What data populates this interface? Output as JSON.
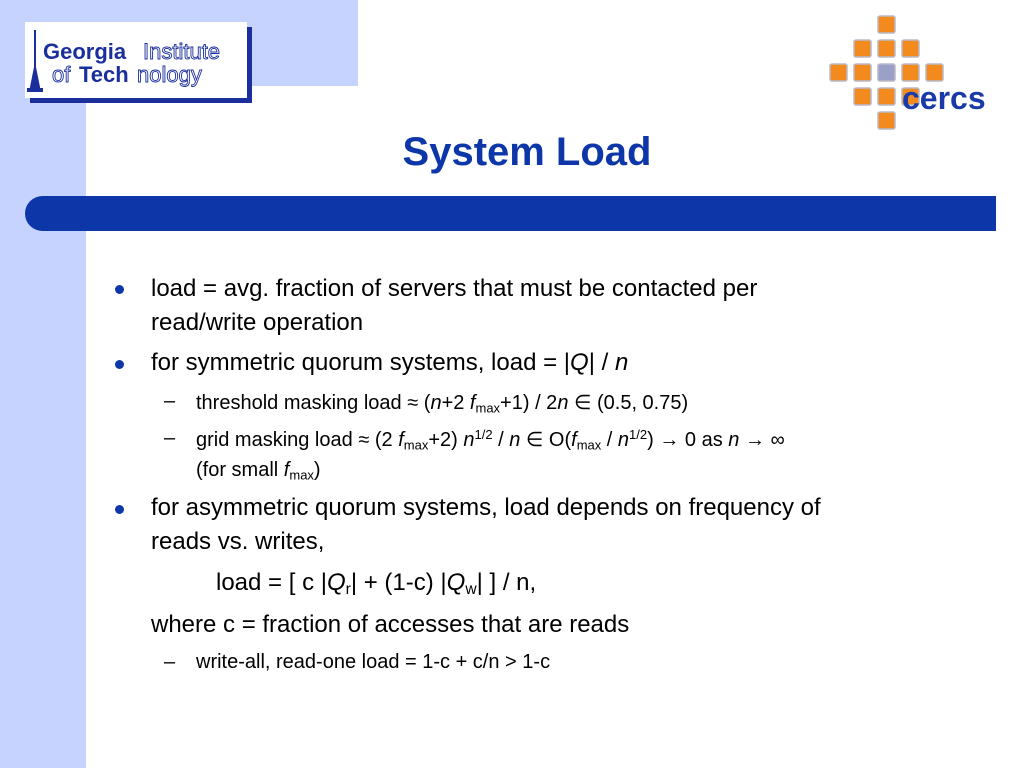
{
  "logos": {
    "gt": {
      "line1a": "Georgia",
      "line1b": "Institute",
      "line2a": "of ",
      "line2b": "Tech",
      "line2c": "nology"
    },
    "cercs": {
      "text": "cercs"
    }
  },
  "slide": {
    "title": "System Load",
    "b1": {
      "l1": "load = avg. fraction of servers that must be contacted per",
      "l2": "read/write operation"
    },
    "b2": {
      "t": "for symmetric quorum systems, load = |",
      "q": "Q",
      "t2": "| / ",
      "n": "n"
    },
    "s1": {
      "t1": "threshold masking load ",
      "approx": "≈",
      "t2": " (",
      "n": "n",
      "t3": "+2 ",
      "f": "f",
      "sub": "max",
      "t4": "+1) / 2",
      "n2": "n",
      "t5": " ",
      "in": "∈",
      "t6": " (0.5, 0.75)"
    },
    "s2": {
      "t1": "grid masking load ",
      "approx": "≈",
      "t2": " (2 ",
      "f": "f",
      "sub": "max",
      "t3": "+2) ",
      "n": "n",
      "sup": "1/2",
      "t4": " / ",
      "n2": "n",
      "t5": " ",
      "in": "∈",
      "t6": " O(",
      "f2": "f",
      "sub2": "max",
      "t7": " / ",
      "n3": "n",
      "sup2": "1/2",
      "t8": ") ",
      "arrow": "→",
      "t9": " 0 as ",
      "n4": "n",
      "t10": " ",
      "arrow2": "→",
      "t11": " ",
      "inf": "∞",
      "l2a": "(for small ",
      "l2f": "f",
      "l2sub": "max",
      "l2b": ")"
    },
    "b3": {
      "l1": "for asymmetric quorum systems, load depends on frequency of",
      "l2": "reads vs. writes,"
    },
    "formula": {
      "t1": "load = [ c |",
      "q": "Q",
      "sub_r": "r",
      "t2": "| + (1-c) |",
      "q2": "Q",
      "sub_w": "w",
      "t3": "| ] / n,"
    },
    "where": "where c = fraction of accesses that are reads",
    "s3": "write-all, read-one load = 1-c + c/n > 1-c",
    "dash": "–"
  },
  "colors": {
    "accent": "#0d36a8",
    "band": "#c6d3ff",
    "orange": "#f28a1e"
  }
}
